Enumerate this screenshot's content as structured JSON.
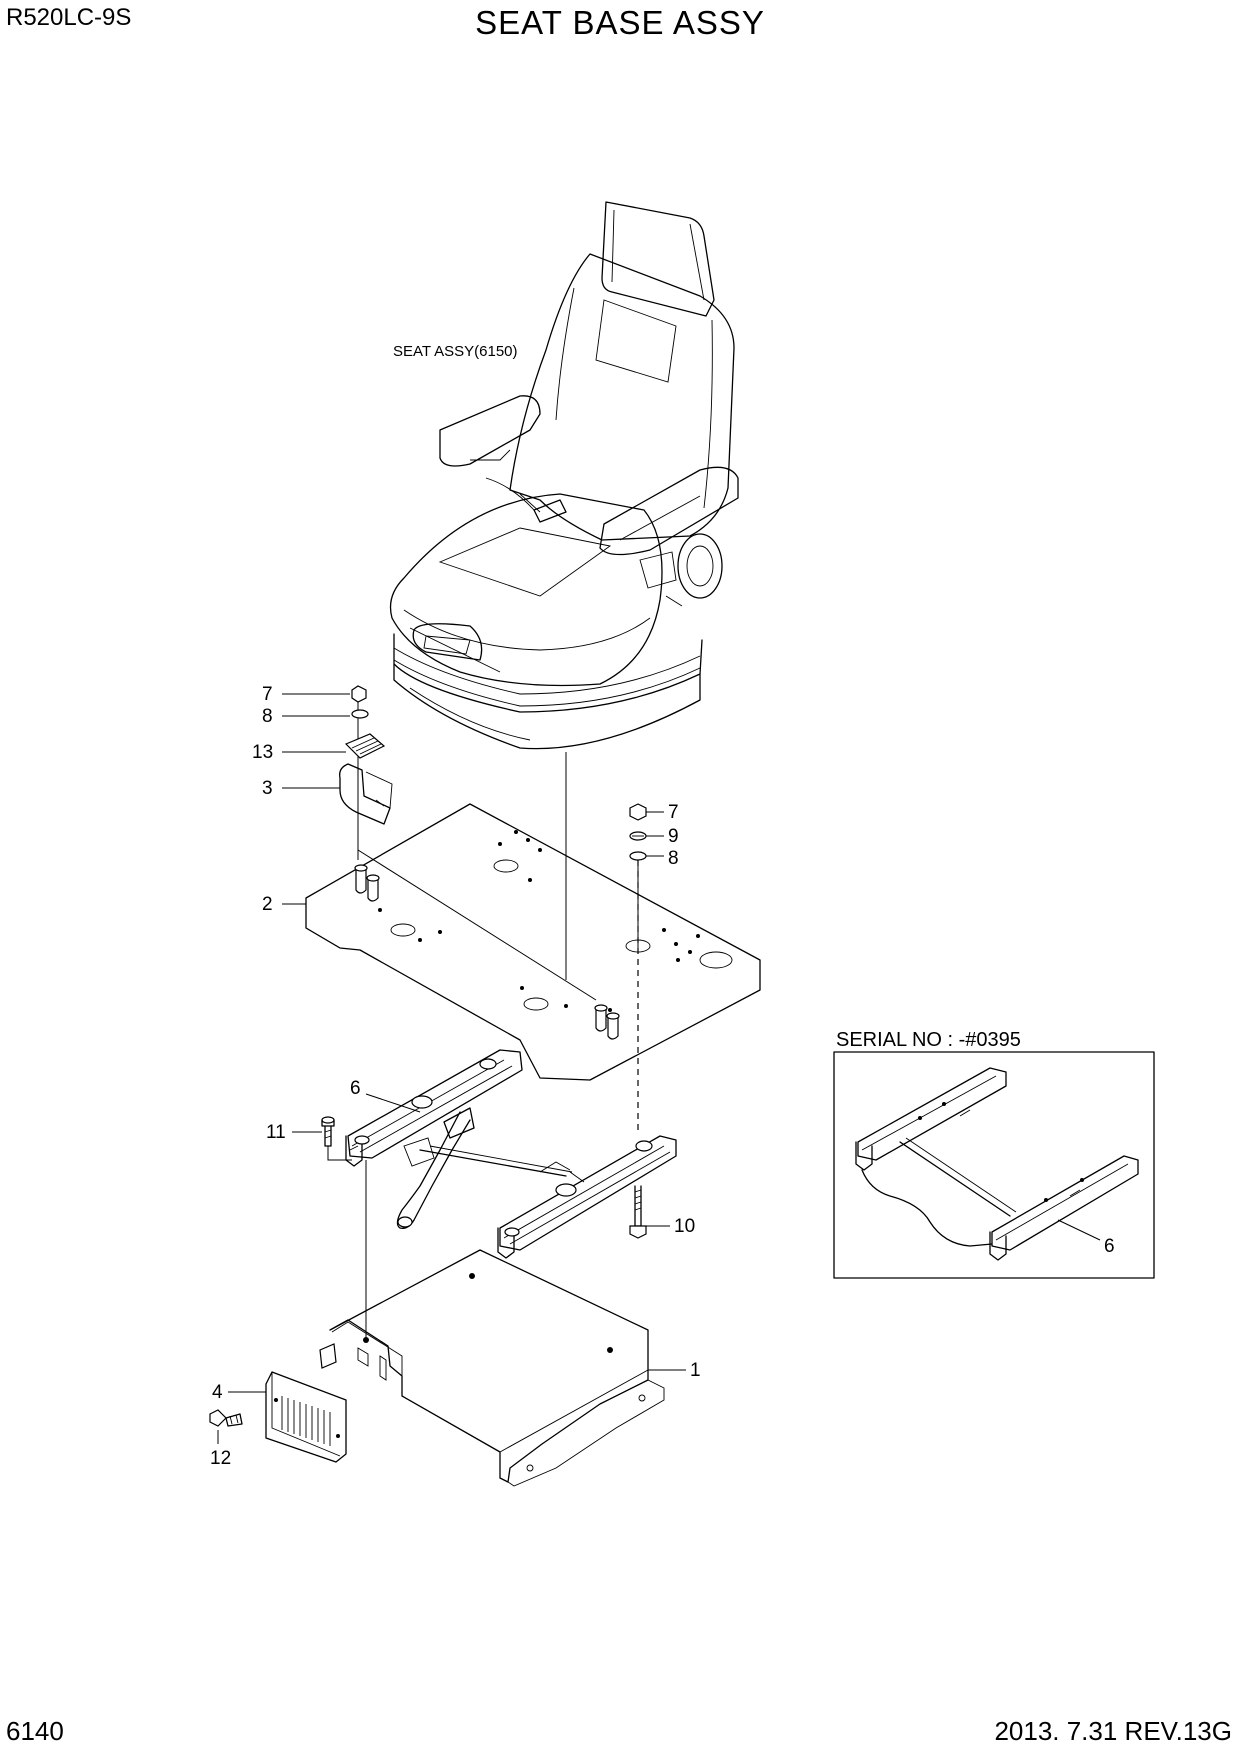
{
  "header": {
    "model": "R520LC-9S",
    "title": "SEAT BASE ASSY"
  },
  "footer": {
    "page_number": "6140",
    "revision": "2013. 7.31  REV.13G"
  },
  "seat_label": "SEAT ASSY(6150)",
  "inset": {
    "title": "SERIAL NO : -#0395",
    "callout": "6"
  },
  "callouts": {
    "c7_left": "7",
    "c8_left": "8",
    "c13": "13",
    "c3": "3",
    "c2": "2",
    "c7_right": "7",
    "c9": "9",
    "c8_right": "8",
    "c6": "6",
    "c11": "11",
    "c10": "10",
    "c1": "1",
    "c4": "4",
    "c12": "12"
  }
}
